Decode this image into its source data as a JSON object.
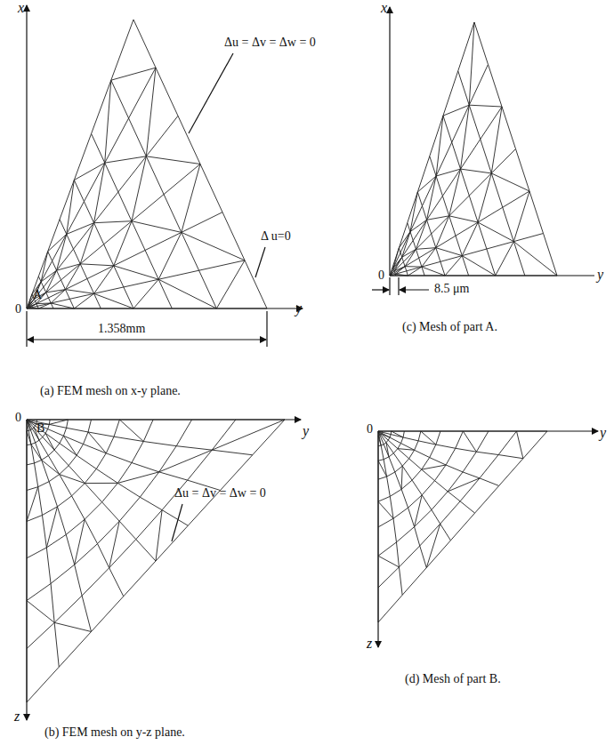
{
  "diagram": {
    "labels": [
      "x",
      "Δu = Δv = Δw = 0",
      "Δ u=0",
      "A",
      "0",
      "y",
      "1.358mm",
      "(a) FEM mesh on x-y plane.",
      "x",
      "0",
      "y",
      "8.5 μm",
      "(c) Mesh of part A.",
      "0",
      "B",
      "y",
      "Δu = Δv = Δw = 0",
      "z",
      "(b) FEM mesh on y-z plane.",
      "0",
      "y",
      "z",
      "(d) Mesh of part B."
    ]
  }
}
